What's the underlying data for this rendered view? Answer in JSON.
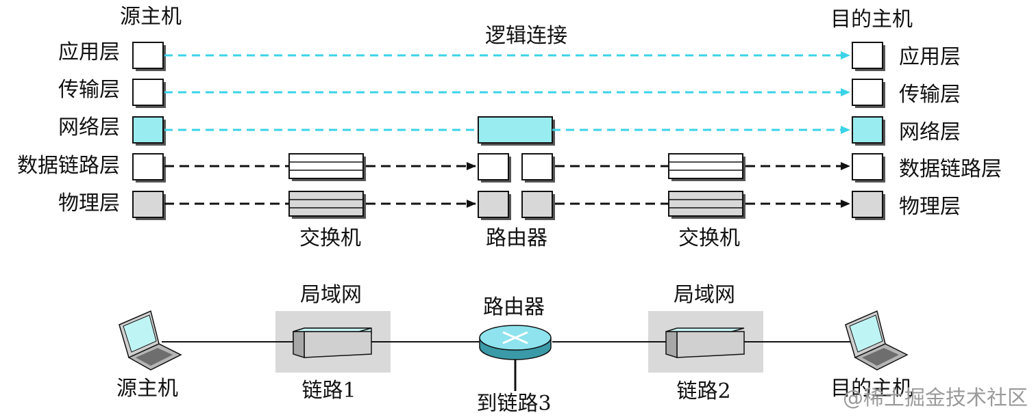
{
  "labels": {
    "source_host": "源主机",
    "dest_host": "目的主机",
    "logical_connection": "逻辑连接",
    "switch": "交换机",
    "router": "路由器",
    "lan": "局域网",
    "link1": "链路1",
    "link2": "链路2",
    "link3": "到链路3"
  },
  "layers": [
    "应用层",
    "传输层",
    "网络层",
    "数据链路层",
    "物理层"
  ],
  "watermark": "@稀土掘金技术社区",
  "colors": {
    "network_fill": "#99ecef",
    "physical_fill": "#d8d8d8",
    "logical_arrow": "#3ad3e8",
    "link_arrow": "#111111",
    "lan_shade": "#d9d9d9",
    "device_top": "#c8f7f7"
  },
  "icons": [
    "laptop-icon",
    "switch-icon",
    "router-icon"
  ]
}
